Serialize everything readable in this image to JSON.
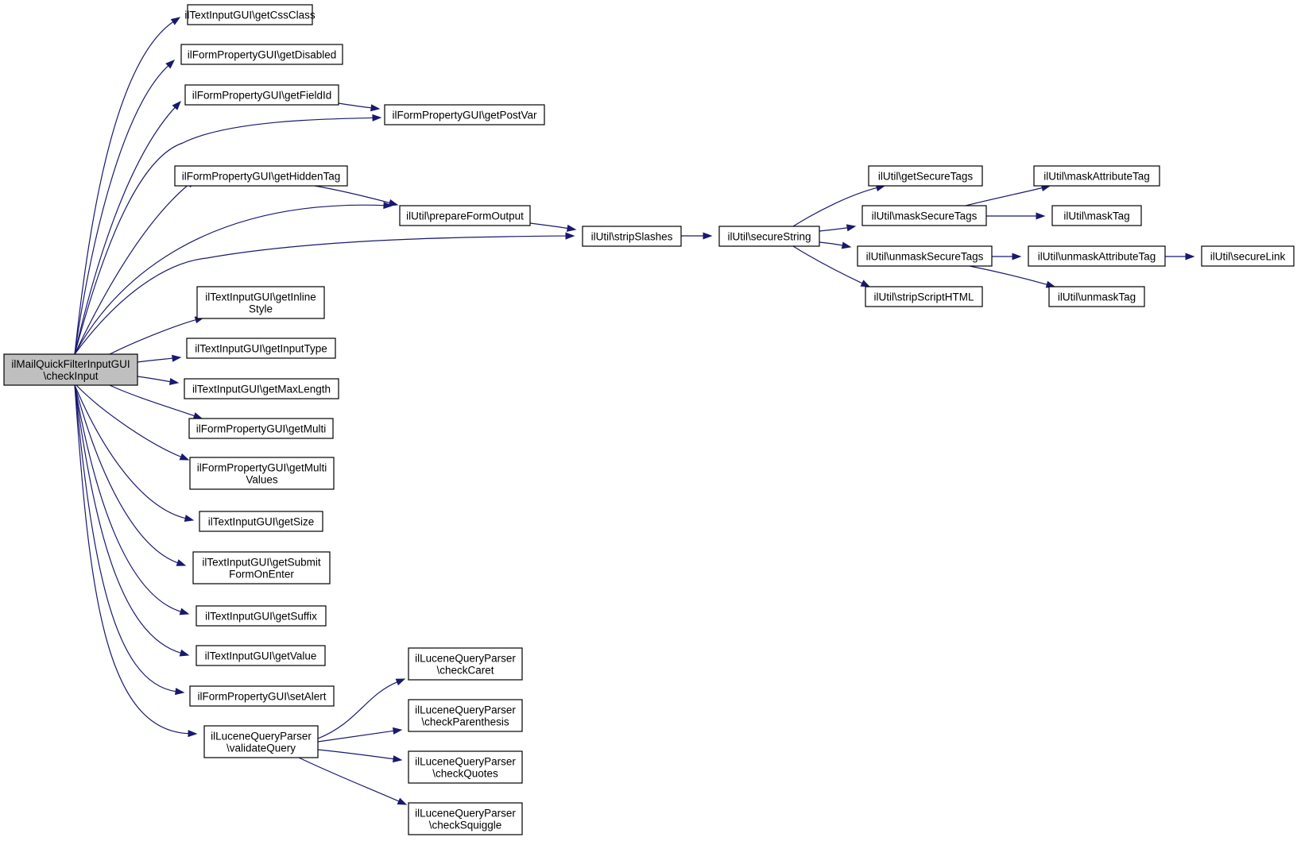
{
  "graph": {
    "nodes": [
      {
        "id": "n0",
        "lines": [
          "ilMailQuickFilterInputGUI",
          "\\checkInput"
        ],
        "root": true
      },
      {
        "id": "n1",
        "lines": [
          "ilTextInputGUI\\getCssClass"
        ]
      },
      {
        "id": "n2",
        "lines": [
          "ilFormPropertyGUI\\getDisabled"
        ]
      },
      {
        "id": "n3",
        "lines": [
          "ilFormPropertyGUI\\getFieldId"
        ]
      },
      {
        "id": "n4",
        "lines": [
          "ilFormPropertyGUI\\getPostVar"
        ]
      },
      {
        "id": "n5",
        "lines": [
          "ilFormPropertyGUI\\getHiddenTag"
        ]
      },
      {
        "id": "n6",
        "lines": [
          "ilUtil\\prepareFormOutput"
        ]
      },
      {
        "id": "n7",
        "lines": [
          "ilUtil\\stripSlashes"
        ]
      },
      {
        "id": "n8",
        "lines": [
          "ilUtil\\secureString"
        ]
      },
      {
        "id": "n9",
        "lines": [
          "ilUtil\\getSecureTags"
        ]
      },
      {
        "id": "n10",
        "lines": [
          "ilUtil\\maskSecureTags"
        ]
      },
      {
        "id": "n11",
        "lines": [
          "ilUtil\\maskAttributeTag"
        ]
      },
      {
        "id": "n12",
        "lines": [
          "ilUtil\\maskTag"
        ]
      },
      {
        "id": "n13",
        "lines": [
          "ilUtil\\unmaskSecureTags"
        ]
      },
      {
        "id": "n14",
        "lines": [
          "ilUtil\\unmaskAttributeTag"
        ]
      },
      {
        "id": "n15",
        "lines": [
          "ilUtil\\secureLink"
        ]
      },
      {
        "id": "n16",
        "lines": [
          "ilUtil\\unmaskTag"
        ]
      },
      {
        "id": "n17",
        "lines": [
          "ilUtil\\stripScriptHTML"
        ]
      },
      {
        "id": "n18",
        "lines": [
          "ilTextInputGUI\\getInline",
          "Style"
        ]
      },
      {
        "id": "n19",
        "lines": [
          "ilTextInputGUI\\getInputType"
        ]
      },
      {
        "id": "n20",
        "lines": [
          "ilTextInputGUI\\getMaxLength"
        ]
      },
      {
        "id": "n21",
        "lines": [
          "ilFormPropertyGUI\\getMulti"
        ]
      },
      {
        "id": "n22",
        "lines": [
          "ilFormPropertyGUI\\getMulti",
          "Values"
        ]
      },
      {
        "id": "n23",
        "lines": [
          "ilTextInputGUI\\getSize"
        ]
      },
      {
        "id": "n24",
        "lines": [
          "ilTextInputGUI\\getSubmit",
          "FormOnEnter"
        ]
      },
      {
        "id": "n25",
        "lines": [
          "ilTextInputGUI\\getSuffix"
        ]
      },
      {
        "id": "n26",
        "lines": [
          "ilTextInputGUI\\getValue"
        ]
      },
      {
        "id": "n27",
        "lines": [
          "ilFormPropertyGUI\\setAlert"
        ]
      },
      {
        "id": "n28",
        "lines": [
          "ilLuceneQueryParser",
          "\\validateQuery"
        ]
      },
      {
        "id": "n29",
        "lines": [
          "ilLuceneQueryParser",
          "\\checkCaret"
        ]
      },
      {
        "id": "n30",
        "lines": [
          "ilLuceneQueryParser",
          "\\checkParenthesis"
        ]
      },
      {
        "id": "n31",
        "lines": [
          "ilLuceneQueryParser",
          "\\checkQuotes"
        ]
      },
      {
        "id": "n32",
        "lines": [
          "ilLuceneQueryParser",
          "\\checkSquiggle"
        ]
      }
    ],
    "edges": [
      [
        "n0",
        "n1"
      ],
      [
        "n0",
        "n2"
      ],
      [
        "n0",
        "n3"
      ],
      [
        "n0",
        "n4"
      ],
      [
        "n0",
        "n5"
      ],
      [
        "n0",
        "n6"
      ],
      [
        "n0",
        "n7"
      ],
      [
        "n0",
        "n18"
      ],
      [
        "n0",
        "n19"
      ],
      [
        "n0",
        "n20"
      ],
      [
        "n0",
        "n21"
      ],
      [
        "n0",
        "n22"
      ],
      [
        "n0",
        "n23"
      ],
      [
        "n0",
        "n24"
      ],
      [
        "n0",
        "n25"
      ],
      [
        "n0",
        "n26"
      ],
      [
        "n0",
        "n27"
      ],
      [
        "n0",
        "n28"
      ],
      [
        "n3",
        "n4"
      ],
      [
        "n5",
        "n6"
      ],
      [
        "n6",
        "n7"
      ],
      [
        "n7",
        "n8"
      ],
      [
        "n8",
        "n9"
      ],
      [
        "n8",
        "n10"
      ],
      [
        "n8",
        "n13"
      ],
      [
        "n8",
        "n17"
      ],
      [
        "n10",
        "n11"
      ],
      [
        "n10",
        "n12"
      ],
      [
        "n13",
        "n14"
      ],
      [
        "n13",
        "n16"
      ],
      [
        "n14",
        "n15"
      ],
      [
        "n28",
        "n29"
      ],
      [
        "n28",
        "n30"
      ],
      [
        "n28",
        "n31"
      ],
      [
        "n28",
        "n32"
      ]
    ],
    "colors": {
      "edge": "#191970",
      "root_fill": "#bfbfbf",
      "node_fill": "#ffffff",
      "node_stroke": "#000000"
    }
  }
}
